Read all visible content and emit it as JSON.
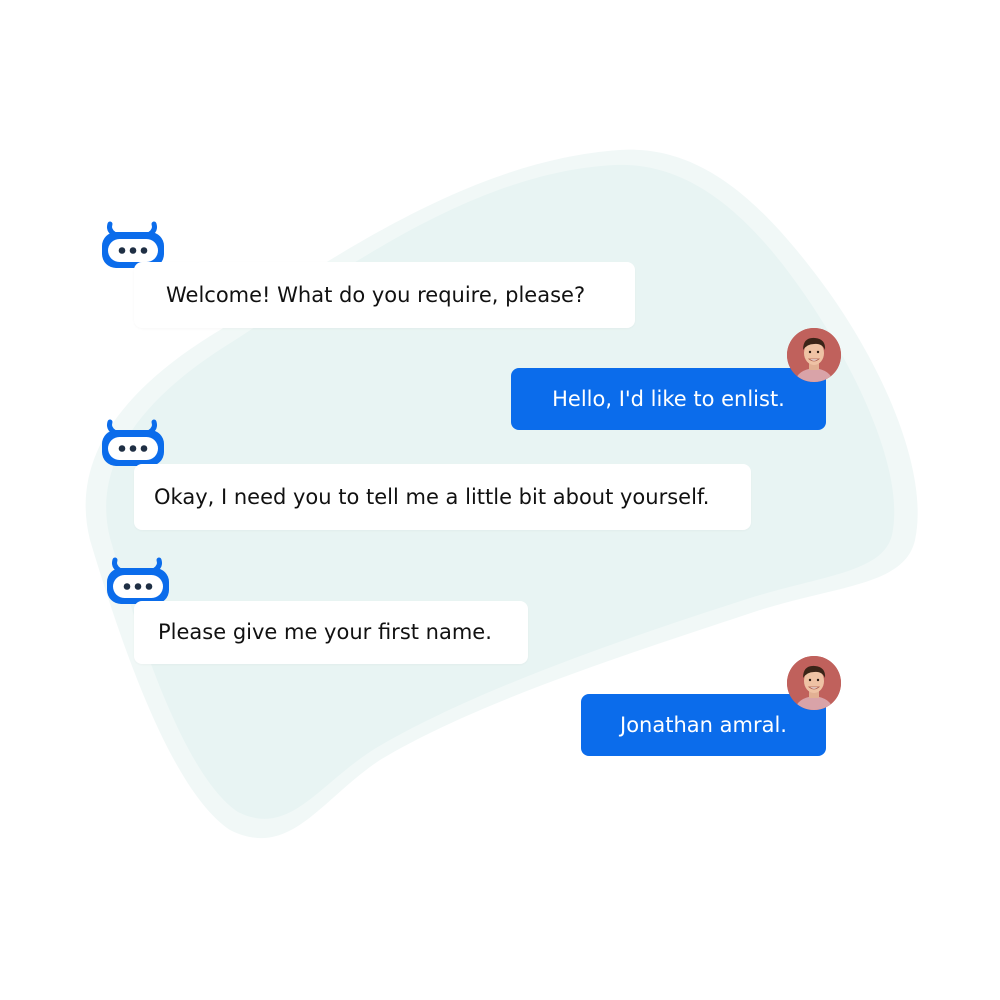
{
  "colors": {
    "accent": "#0b6ceb",
    "blob": "#e9f4f3",
    "blob_outline": "#f1f8f7",
    "bot_bubble": "#ffffff",
    "avatar_bg": "#c0615c"
  },
  "conversation": {
    "messages": [
      {
        "sender": "bot",
        "icon": "chatbot-icon",
        "text": "Welcome! What do you require, please?"
      },
      {
        "sender": "user",
        "icon": "user-avatar",
        "text": "Hello, I'd like to enlist."
      },
      {
        "sender": "bot",
        "icon": "chatbot-icon",
        "text": "Okay, I need you to tell me a little bit about yourself."
      },
      {
        "sender": "bot",
        "icon": "chatbot-icon",
        "text": "Please give me your first name."
      },
      {
        "sender": "user",
        "icon": "user-avatar",
        "text": "Jonathan amral."
      }
    ]
  }
}
